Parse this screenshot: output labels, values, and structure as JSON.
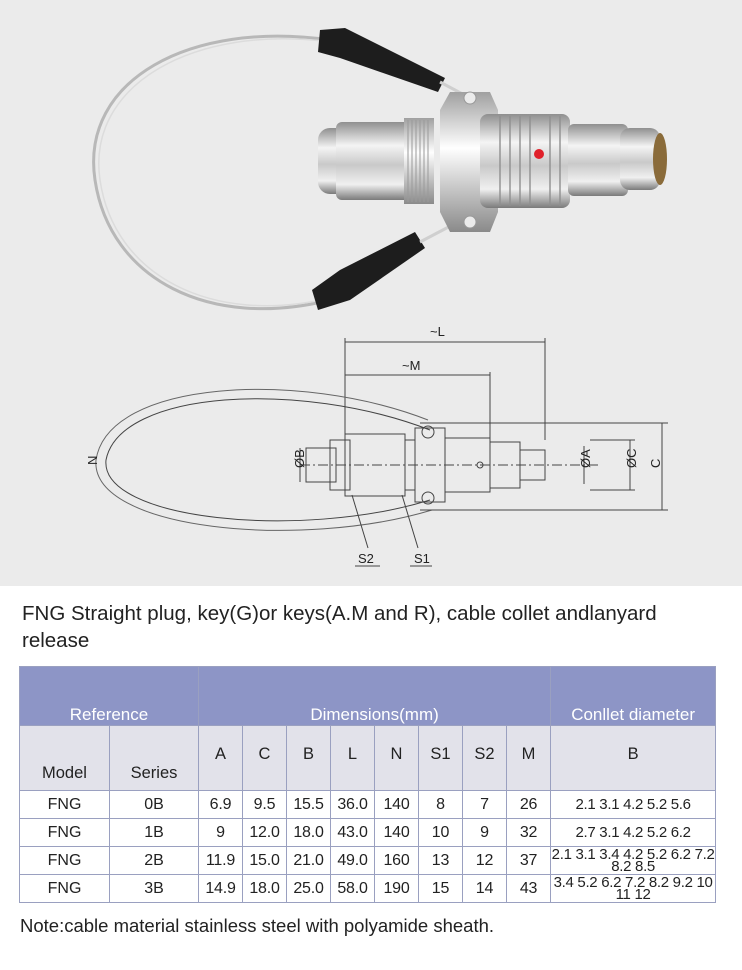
{
  "drawing_labels": {
    "L": "~L",
    "M": "~M",
    "N": "N",
    "B": "ØB",
    "A": "ØA",
    "C_dia": "ØC",
    "C": "C",
    "S2": "S2",
    "S1": "S1"
  },
  "caption": "FNG Straight plug, key(G)or keys(A.M and R), cable collet andlanyard release",
  "table": {
    "group_headers": [
      "Reference",
      "Dimensions(mm)",
      "Conllet diameter"
    ],
    "columns": [
      "Model",
      "Series",
      "A",
      "C",
      "B",
      "L",
      "N",
      "S1",
      "S2",
      "M",
      "B"
    ],
    "rows": [
      [
        "FNG",
        "0B",
        "6.9",
        "9.5",
        "15.5",
        "36.0",
        "140",
        "8",
        "7",
        "26",
        "2.1 3.1 4.2 5.2 5.6"
      ],
      [
        "FNG",
        "1B",
        "9",
        "12.0",
        "18.0",
        "43.0",
        "140",
        "10",
        "9",
        "32",
        "2.7 3.1 4.2 5.2 6.2"
      ],
      [
        "FNG",
        "2B",
        "11.9",
        "15.0",
        "21.0",
        "49.0",
        "160",
        "13",
        "12",
        "37",
        "2.1 3.1 3.4 4.2 5.2 6.2 7.2 8.2 8.5"
      ],
      [
        "FNG",
        "3B",
        "14.9",
        "18.0",
        "25.0",
        "58.0",
        "190",
        "15",
        "14",
        "43",
        "3.4 5.2 6.2 7.2 8.2 9.2 10 11 12"
      ]
    ]
  },
  "note": "Note:cable material stainless steel with polyamide sheath.",
  "colors": {
    "header_blue": "#8d95c6",
    "header_grey": "#e2e2ea",
    "photo_bg": "#ebebeb",
    "red_dot": "#e0202a"
  }
}
